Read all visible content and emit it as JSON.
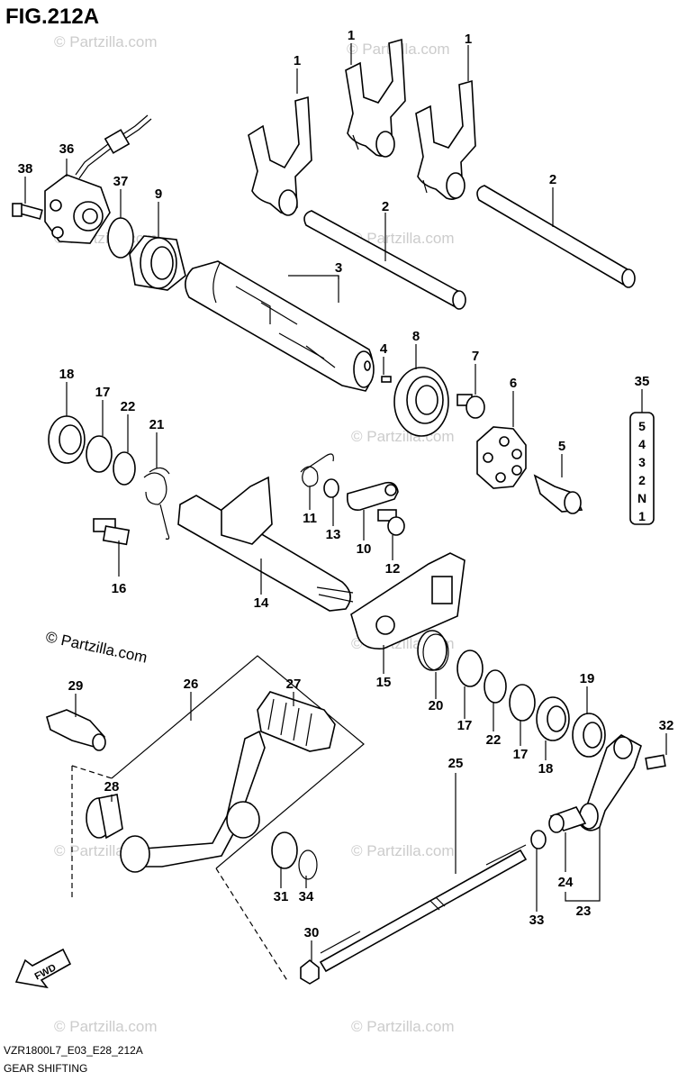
{
  "title": "FIG.212A",
  "footer": {
    "code": "VZR1800L7_E03_E28_212A",
    "name": "GEAR SHIFTING"
  },
  "watermark": "© Partzilla.com",
  "fwd_label": "FWD",
  "gear_indicator": {
    "callout": "35",
    "gears": [
      "5",
      "4",
      "3",
      "2",
      "N",
      "1"
    ]
  },
  "callouts": {
    "c1a": "1",
    "c1b": "1",
    "c1c": "1",
    "c2a": "2",
    "c2b": "2",
    "c3": "3",
    "c4": "4",
    "c5": "5",
    "c6": "6",
    "c7": "7",
    "c8": "8",
    "c9": "9",
    "c10": "10",
    "c11": "11",
    "c12": "12",
    "c13": "13",
    "c14": "14",
    "c15": "15",
    "c16": "16",
    "c17a": "17",
    "c17b": "17",
    "c17c": "17",
    "c18a": "18",
    "c18b": "18",
    "c19": "19",
    "c20": "20",
    "c21": "21",
    "c22a": "22",
    "c22b": "22",
    "c23": "23",
    "c24": "24",
    "c25": "25",
    "c26": "26",
    "c27": "27",
    "c28": "28",
    "c29": "29",
    "c30": "30",
    "c31": "31",
    "c32": "32",
    "c33": "33",
    "c34": "34",
    "c36": "36",
    "c37": "37",
    "c38": "38"
  },
  "icons": {
    "fwd": "fwd-arrow-icon"
  }
}
